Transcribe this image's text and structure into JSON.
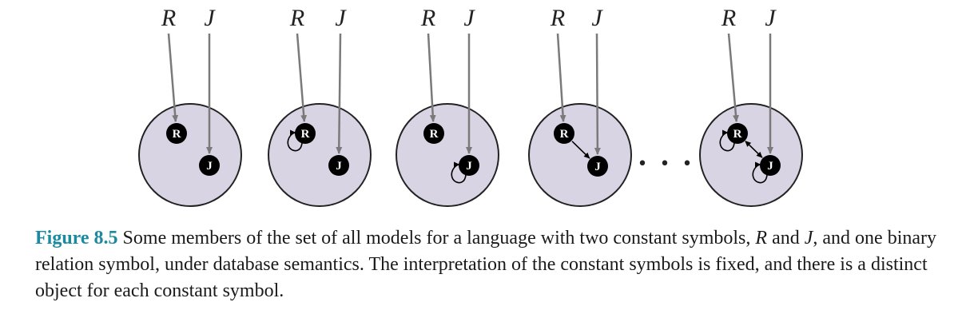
{
  "figure": {
    "models": [
      {
        "symbols": [
          "R",
          "J"
        ],
        "objects": [
          "R",
          "J"
        ],
        "self_loops": [],
        "edges": []
      },
      {
        "symbols": [
          "R",
          "J"
        ],
        "objects": [
          "R",
          "J"
        ],
        "self_loops": [
          "R"
        ],
        "edges": []
      },
      {
        "symbols": [
          "R",
          "J"
        ],
        "objects": [
          "R",
          "J"
        ],
        "self_loops": [
          "J"
        ],
        "edges": []
      },
      {
        "symbols": [
          "R",
          "J"
        ],
        "objects": [
          "R",
          "J"
        ],
        "self_loops": [],
        "edges": [
          [
            "R",
            "J"
          ]
        ]
      },
      {
        "symbols": [
          "R",
          "J"
        ],
        "objects": [
          "R",
          "J"
        ],
        "self_loops": [
          "R",
          "J"
        ],
        "edges": [
          [
            "R",
            "J"
          ],
          [
            "J",
            "R"
          ]
        ]
      }
    ],
    "ellipsis": "• • •",
    "colors": {
      "domain_fill": "#d9d4e3",
      "domain_stroke": "#222222",
      "arrow": "#7a7a7a",
      "node": "#000000"
    }
  },
  "caption": {
    "label": "Figure 8.5",
    "text_1": "Some members of the set of all models for a language with two constant symbols,",
    "sym_r": "R",
    "text_2": "and",
    "sym_j": "J",
    "text_3": ", and one binary relation symbol, under database semantics. The interpretation of the constant symbols is fixed, and there is a distinct object for each constant symbol."
  }
}
